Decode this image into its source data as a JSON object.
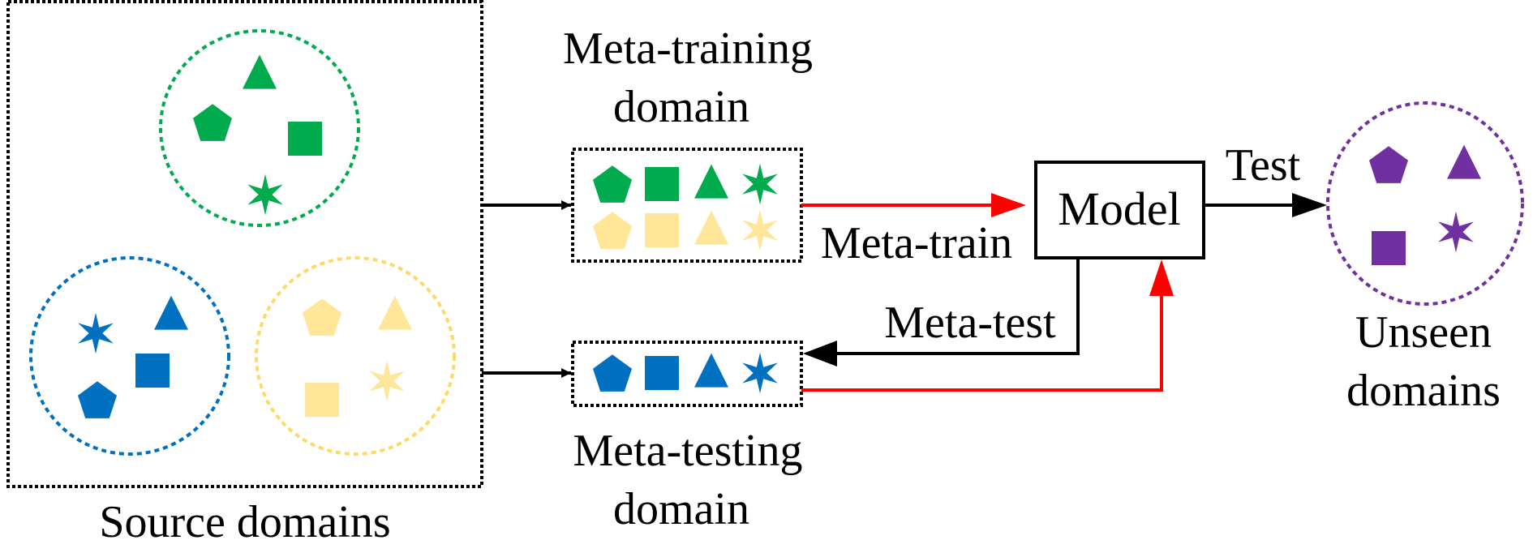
{
  "colors": {
    "green": "#00ab4e",
    "blue": "#0070c0",
    "yellow": "#ffe699",
    "purple": "#7030a0",
    "black": "#000000",
    "red": "#ff0000"
  },
  "source": {
    "label": "Source domains",
    "groups": [
      {
        "id": "green",
        "color_key": "green",
        "shapes": [
          "triangle",
          "pentagon",
          "square",
          "star"
        ]
      },
      {
        "id": "blue",
        "color_key": "blue",
        "shapes": [
          "star",
          "triangle",
          "square",
          "pentagon"
        ]
      },
      {
        "id": "yellow",
        "color_key": "yellow",
        "shapes": [
          "pentagon",
          "triangle",
          "square",
          "star"
        ]
      }
    ]
  },
  "meta_training": {
    "label_line1": "Meta-training",
    "label_line2": "domain",
    "rows": [
      {
        "color_key": "green",
        "shapes": [
          "pentagon",
          "square",
          "triangle",
          "star"
        ]
      },
      {
        "color_key": "yellow",
        "shapes": [
          "pentagon",
          "square",
          "triangle",
          "star"
        ]
      }
    ]
  },
  "meta_testing": {
    "label_line1": "Meta-testing",
    "label_line2": "domain",
    "rows": [
      {
        "color_key": "blue",
        "shapes": [
          "pentagon",
          "square",
          "triangle",
          "star"
        ]
      }
    ]
  },
  "model": {
    "label": "Model"
  },
  "edges": {
    "meta_train": "Meta-train",
    "meta_test": "Meta-test",
    "test": "Test"
  },
  "unseen": {
    "label_line1": "Unseen",
    "label_line2": "domains",
    "color_key": "purple",
    "shapes": [
      "pentagon",
      "triangle",
      "square",
      "star"
    ]
  }
}
